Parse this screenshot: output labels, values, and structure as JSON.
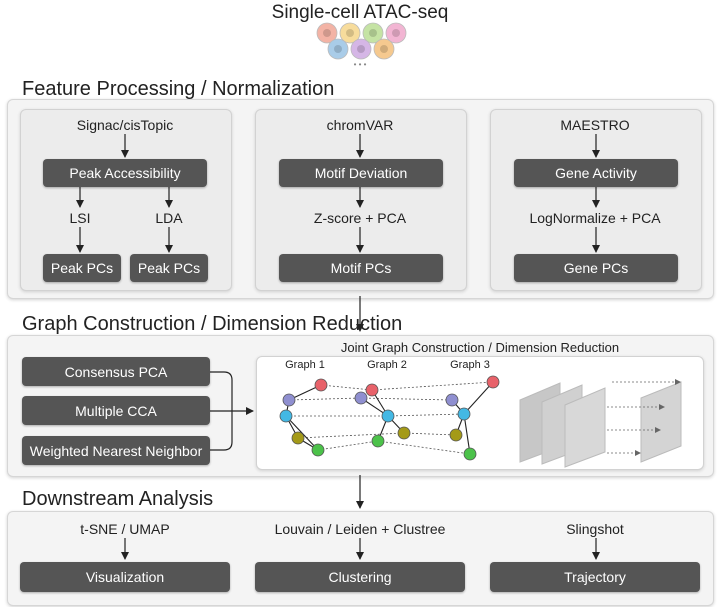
{
  "header": {
    "title": "Single-cell ATAC-seq",
    "ellipsis": "• • •"
  },
  "cells": {
    "colors": [
      "#f3b3a5",
      "#f7dc9c",
      "#c5e3a4",
      "#f2b5d3",
      "#a9cce8",
      "#d5b6e6",
      "#f5c98f"
    ]
  },
  "section1": {
    "title": "Feature Processing / Normalization",
    "signac": {
      "header": "Signac/cisTopic",
      "box": "Peak Accessibility",
      "left_label": "LSI",
      "right_label": "LDA",
      "left_out": "Peak PCs",
      "right_out": "Peak PCs"
    },
    "chromvar": {
      "header": "chromVAR",
      "box": "Motif Deviation",
      "label": "Z-score + PCA",
      "out": "Motif PCs"
    },
    "maestro": {
      "header": "MAESTRO",
      "box": "Gene Activity",
      "label": "LogNormalize + PCA",
      "out": "Gene PCs"
    }
  },
  "section2": {
    "title": "Graph Construction / Dimension Reduction",
    "methods": [
      "Consensus PCA",
      "Multiple CCA",
      "Weighted Nearest Neighbor"
    ],
    "joint_title": "Joint Graph Construction / Dimension Reduction",
    "graph_labels": [
      "Graph 1",
      "Graph 2",
      "Graph 3"
    ],
    "node_colors": {
      "red": "#e8626a",
      "purple": "#8f8fd0",
      "cyan": "#43b8e4",
      "olive": "#a49a18",
      "green": "#4cc24a"
    }
  },
  "section3": {
    "title": "Downstream Analysis",
    "tsne": {
      "header": "t-SNE / UMAP",
      "box": "Visualization"
    },
    "louvain": {
      "header": "Louvain / Leiden + Clustree",
      "box": "Clustering"
    },
    "slingshot": {
      "header": "Slingshot",
      "box": "Trajectory"
    }
  }
}
